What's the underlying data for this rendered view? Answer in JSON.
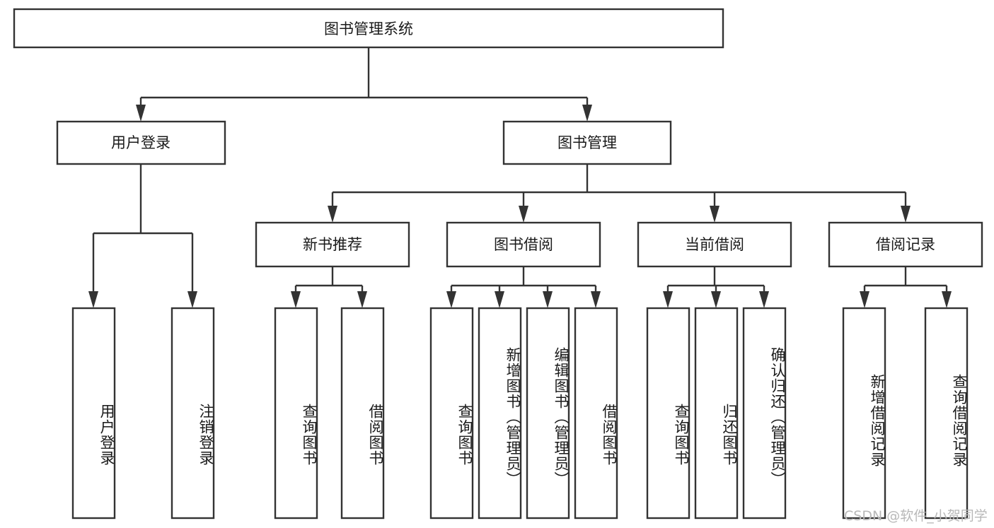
{
  "diagram": {
    "title": "图书管理系统",
    "type": "tree",
    "orientation": "top-down",
    "root": {
      "id": "root",
      "label": "图书管理系统",
      "level": 0
    },
    "level2": [
      {
        "id": "user-login",
        "label": "用户登录",
        "level": 1
      },
      {
        "id": "book-management",
        "label": "图书管理",
        "level": 1
      }
    ],
    "level3": [
      {
        "id": "new-book-recommend",
        "label": "新书推荐",
        "level": 2,
        "parent": "book-management"
      },
      {
        "id": "book-borrow",
        "label": "图书借阅",
        "level": 2,
        "parent": "book-management"
      },
      {
        "id": "current-borrow",
        "label": "当前借阅",
        "level": 2,
        "parent": "book-management"
      },
      {
        "id": "borrow-record",
        "label": "借阅记录",
        "level": 2,
        "parent": "book-management"
      }
    ],
    "leaves": [
      {
        "id": "leaf-user-login",
        "label": "用户登录",
        "parent": "user-login"
      },
      {
        "id": "leaf-logout-login",
        "label": "注销登录",
        "parent": "user-login"
      },
      {
        "id": "leaf-query-book-1",
        "label": "查询图书",
        "parent": "new-book-recommend"
      },
      {
        "id": "leaf-borrow-book-1",
        "label": "借阅图书",
        "parent": "new-book-recommend"
      },
      {
        "id": "leaf-query-book-2",
        "label": "查询图书",
        "parent": "book-borrow"
      },
      {
        "id": "leaf-add-book",
        "label": "新增图书（管理员）",
        "parent": "book-borrow"
      },
      {
        "id": "leaf-edit-book",
        "label": "编辑图书（管理员）",
        "parent": "book-borrow"
      },
      {
        "id": "leaf-borrow-book-2",
        "label": "借阅图书",
        "parent": "book-borrow"
      },
      {
        "id": "leaf-query-book-3",
        "label": "查询图书",
        "parent": "current-borrow"
      },
      {
        "id": "leaf-return-book",
        "label": "归还图书",
        "parent": "current-borrow"
      },
      {
        "id": "leaf-confirm-return",
        "label": "确认归还（管理员）",
        "parent": "current-borrow"
      },
      {
        "id": "leaf-add-record",
        "label": "新增借阅记录",
        "parent": "borrow-record"
      },
      {
        "id": "leaf-query-record",
        "label": "查询借阅记录",
        "parent": "borrow-record"
      }
    ],
    "watermark": "CSDN @软件_小贺同学",
    "colors": {
      "background": "#ffffff",
      "stroke": "#333333",
      "text": "#1a1a1a",
      "watermark": "#b8b8b8"
    }
  }
}
